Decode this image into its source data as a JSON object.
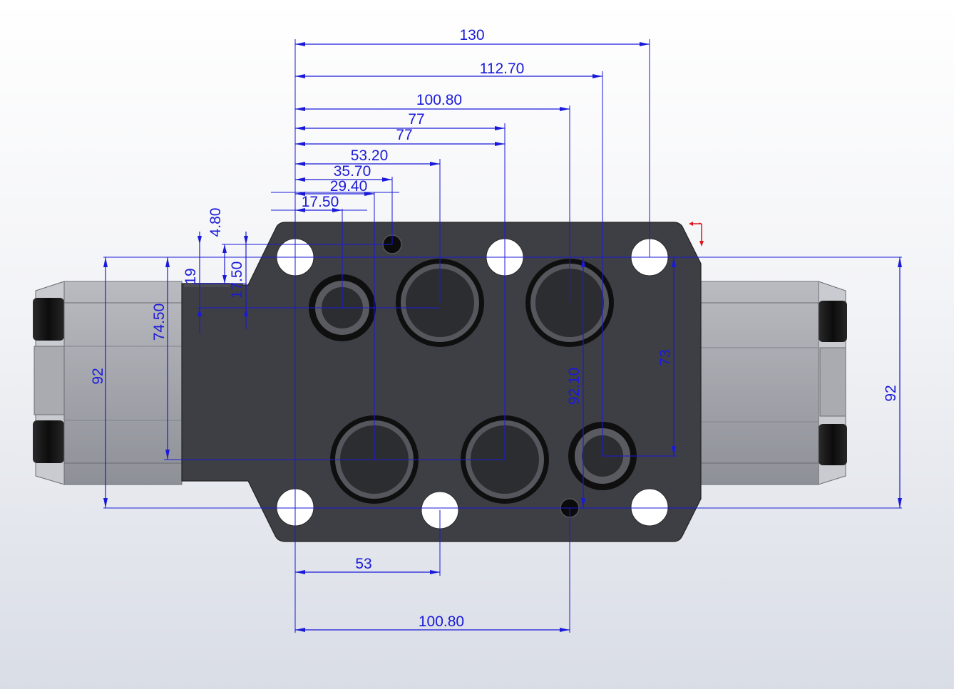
{
  "drawing": {
    "colors": {
      "dimension": "#1a1ad8",
      "body": "#3e3f44",
      "solenoid": "#9a9ca3",
      "connector": "#141414",
      "triad_red": "#e0151b"
    },
    "icons": {
      "triad": "coordinate-triad-icon"
    },
    "dimensions": {
      "d130": "130",
      "d112_70": "112.70",
      "d100_80_top": "100.80",
      "d77_a": "77",
      "d77_b": "77",
      "d53_20": "53.20",
      "d35_70": "35.70",
      "d29_40": "29.40",
      "d17_50_h": "17.50",
      "d4_80": "4.80",
      "d19": "19",
      "d17_50_v": "17.50",
      "d74_50": "74.50",
      "d92_left": "92",
      "d92_10": "92.10",
      "d73": "73",
      "d92_right": "92",
      "d53": "53",
      "d100_80_bottom": "100.80"
    }
  }
}
